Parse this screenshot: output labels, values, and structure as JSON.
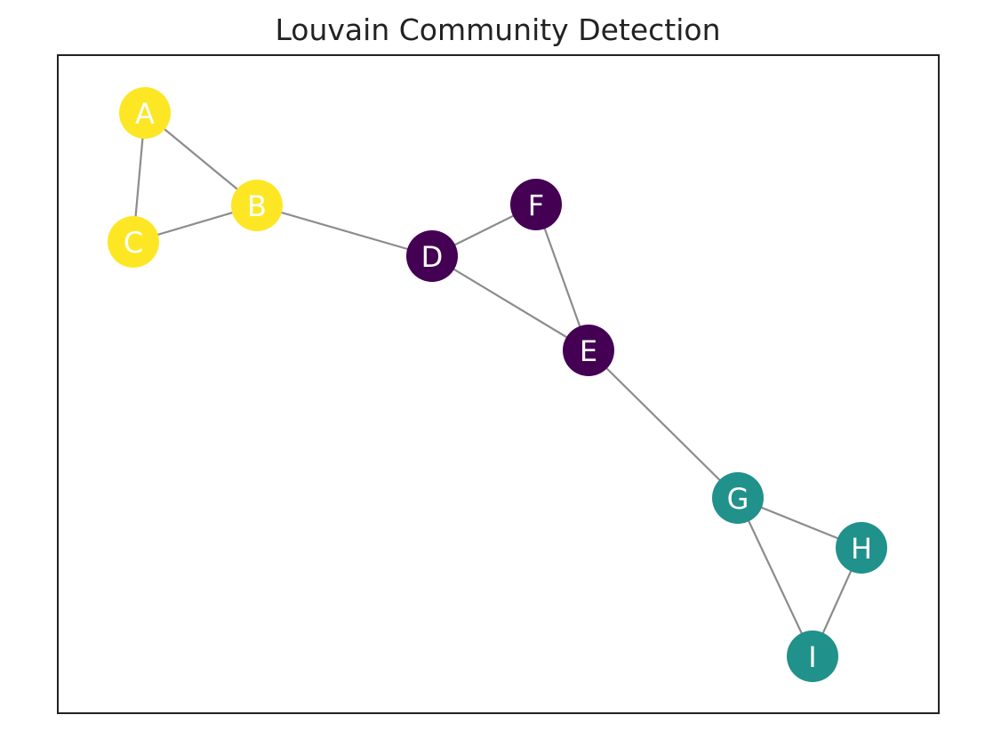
{
  "title": "Louvain Community Detection",
  "colors": {
    "community_yellow": "#fde725",
    "community_purple": "#440154",
    "community_teal": "#21918c",
    "edge": "#8c8c8c",
    "label": "#ffffff",
    "frame": "#222222"
  },
  "nodes": [
    {
      "id": "A",
      "label": "A",
      "community": "community_yellow"
    },
    {
      "id": "B",
      "label": "B",
      "community": "community_yellow"
    },
    {
      "id": "C",
      "label": "C",
      "community": "community_yellow"
    },
    {
      "id": "D",
      "label": "D",
      "community": "community_purple"
    },
    {
      "id": "E",
      "label": "E",
      "community": "community_purple"
    },
    {
      "id": "F",
      "label": "F",
      "community": "community_purple"
    },
    {
      "id": "G",
      "label": "G",
      "community": "community_teal"
    },
    {
      "id": "H",
      "label": "H",
      "community": "community_teal"
    },
    {
      "id": "I",
      "label": "I",
      "community": "community_teal"
    }
  ],
  "edges": [
    [
      "A",
      "B"
    ],
    [
      "A",
      "C"
    ],
    [
      "B",
      "C"
    ],
    [
      "B",
      "D"
    ],
    [
      "D",
      "F"
    ],
    [
      "D",
      "E"
    ],
    [
      "E",
      "F"
    ],
    [
      "E",
      "G"
    ],
    [
      "G",
      "H"
    ],
    [
      "G",
      "I"
    ],
    [
      "H",
      "I"
    ]
  ]
}
